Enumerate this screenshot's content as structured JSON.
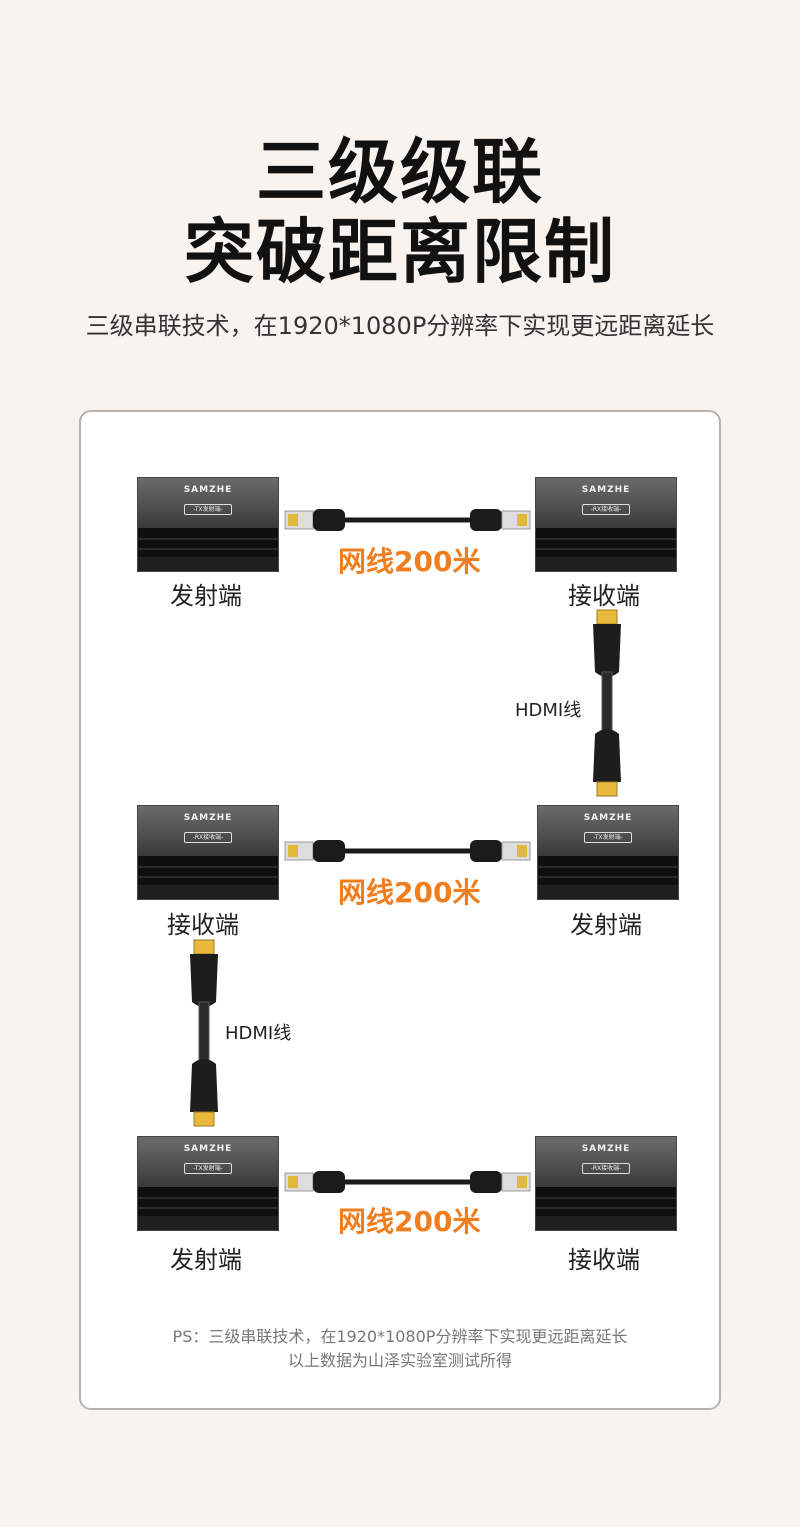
{
  "header": {
    "title_line1": "三级级联",
    "title_line2": "突破距离限制",
    "subtitle": "三级串联技术，在1920*1080P分辨率下实现更远距离延长"
  },
  "devices": {
    "brand": "SAMZHE",
    "tx_tag": "-TX发射端-",
    "rx_tag": "-RX接收端-"
  },
  "rows": [
    {
      "left": "发射端",
      "right": "接收端",
      "cable": "网线200米"
    },
    {
      "left": "接收端",
      "right": "发射端",
      "cable": "网线200米"
    },
    {
      "left": "发射端",
      "right": "接收端",
      "cable": "网线200米"
    }
  ],
  "hdmi_label": "HDMI线",
  "footnote": {
    "line1": "PS：三级串联技术，在1920*1080P分辨率下实现更远距离延长",
    "line2": "以上数据为山泽实验室测试所得"
  },
  "colors": {
    "background": "#f8f3ee",
    "accent_orange": "#f07d1e",
    "panel_border": "#b8b2ad"
  }
}
